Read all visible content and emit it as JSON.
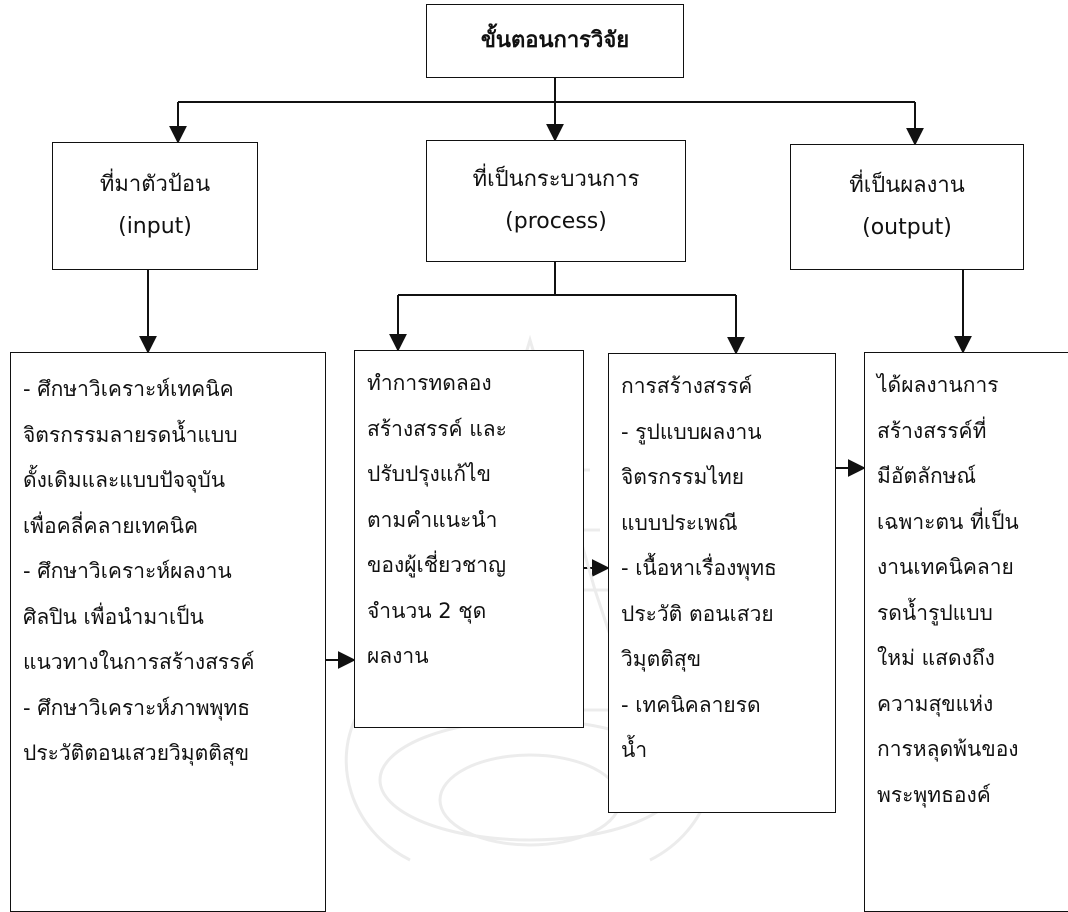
{
  "title": "ขั้นตอนการวิจัย",
  "headers": [
    {
      "line1": "ที่มาตัวป้อน",
      "line2": "(input)"
    },
    {
      "line1": "ที่เป็นกระบวนการ",
      "line2": "(process)"
    },
    {
      "line1": "ที่เป็นผลงาน",
      "line2": "(output)"
    }
  ],
  "details": {
    "input": [
      "- ศึกษาวิเคราะห์เทคนิค",
      "จิตรกรรมลายรดน้ำแบบ",
      "ดั้งเดิมและแบบปัจจุบัน",
      "เพื่อคลี่คลายเทคนิค",
      "-  ศึกษาวิเคราะห์ผลงาน",
      "ศิลปิน  เพื่อนำมาเป็น",
      "แนวทางในการสร้างสรรค์",
      "- ศึกษาวิเคราะห์ภาพพุทธ",
      "ประวัติตอนเสวยวิมุตติสุข"
    ],
    "process_experiment": [
      "ทำการทดลอง",
      "สร้างสรรค์ และ",
      "ปรับปรุงแก้ไข",
      "ตามคำแนะนำ",
      "ของผู้เชี่ยวชาญ",
      "จำนวน  2 ชุด",
      "ผลงาน"
    ],
    "process_create": [
      "การสร้างสรรค์",
      "- รูปแบบผลงาน",
      "จิตรกรรมไทย",
      "แบบประเพณี",
      "- เนื้อหาเรื่องพุทธ",
      "ประวัติ ตอนเสวย",
      "วิมุตติสุข",
      "- เทคนิคลายรด",
      "น้ำ"
    ],
    "output": [
      "ได้ผลงานการ",
      "สร้างสรรค์ที่",
      "มีอัตลักษณ์",
      "เฉพาะตน ที่เป็น",
      "งานเทคนิคลาย",
      "รดน้ำรูปแบบ",
      "ใหม่ แสดงถึง",
      "ความสุขแห่ง",
      "การหลุดพ้นของ",
      "พระพุทธองค์"
    ]
  },
  "colors": {
    "line": "#111111",
    "watermark": "#ececec"
  }
}
